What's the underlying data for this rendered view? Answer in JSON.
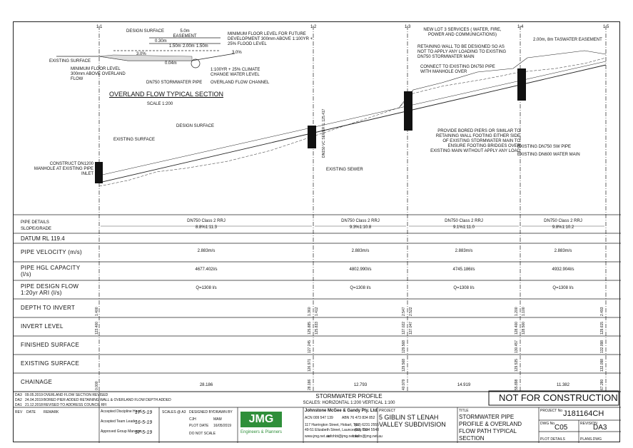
{
  "chainage_marks": [
    "1.1",
    "1.2",
    "1.3",
    "1.4",
    "1.5"
  ],
  "section": {
    "title": "OVERLAND FLOW TYPICAL SECTION",
    "scale": "SCALE 1:200",
    "labels": {
      "design_surface": "DESIGN SURFACE",
      "easement_width": "5.0m",
      "easement": "EASEMENT",
      "dim_a": "1.50m",
      "dim_b": "2.00m",
      "dim_c": "1.50m",
      "height": "0.30m",
      "depth": "0.04m",
      "min_floor_future": "MINIMUM FLOOR LEVEL FOR FUTURE DEVELOPMENT 300mm ABOVE 1:100YR + 25% FLOOD LEVEL",
      "existing_surface": "EXISTING SURFACE",
      "min_floor": "MINIMUM FLOOR LEVEL 300mm ABOVE OVERLAND FLOW",
      "climate": "1:100YR + 25% CLIMATE CHANGE WATER LEVEL",
      "dn750_pipe": "DN750 STORMWATER PIPE",
      "overland_channel": "OVERLAND FLOW CHANNEL",
      "grade_left": "3.0%",
      "grade_right": "3.0%"
    }
  },
  "profile_notes": {
    "design_surface": "DESIGN SURFACE",
    "existing_surface": "EXISTING SURFACE",
    "construct_manhole": "CONSTRUCT DN1200 MANHOLE AT EXISTING PIPE INLET",
    "existing_sewer": "EXISTING SEWER",
    "new_lot3": "NEW LOT 3 SERVICES ( WATER, FIRE, POWER AND COMMUNICATIONS)",
    "retaining_wall": "RETAINING WALL TO BE DESIGNED SO AS NOT TO APPLY ANY LOADING TO EXISTING DN750 STORMWATER MAIN",
    "connect": "CONNECT TO EXISTING DN750 PIPE WITH MANHOLE OVER",
    "taswater": "2.00m, 8m TASWATER EASEMENT",
    "bored_piers": "PROVIDE BORED PIERS OR SIMILAR TO RETAINING WALL FOOTING EITHER SIDE OF EXISTING STORMWATER MAIN TO ENSURE FOOTING BRIDGES OVER EXISTING MAIN WITHOUT APPLY ANY LOAD",
    "existing_sw_pipe": "EXISTING DN750 SW PIPE",
    "existing_water_main": "EXISTING DN600 WATER MAIN",
    "sewer_tag": "DN150 VC SEWER IL 125.417"
  },
  "table": {
    "pipe_details_label": "PIPE DETAILS",
    "slope_label": "SLOPE/GRADE",
    "datum": "DATUM RL 119.4",
    "row_labels": [
      "PIPE VELOCITY (m/s)",
      "PIPE HGL CAPACITY (l/s)",
      "PIPE DESIGN FLOW 1:20yr ARI (l/s)",
      "DEPTH TO INVERT",
      "INVERT LEVEL",
      "FINISHED SURFACE",
      "EXISTING SURFACE",
      "CHAINAGE"
    ],
    "segments": [
      {
        "pipe": "DN750 Class 2 RRJ",
        "grade": "8.8%1:11.3",
        "velocity": "2.883m/s",
        "capacity": "4677.402l/s",
        "flow": "Q=1308 l/s",
        "length": "28.186"
      },
      {
        "pipe": "DN750 Class 2 RRJ",
        "grade": "9.3%1:10.8",
        "velocity": "2.883m/s",
        "capacity": "4802.990l/s",
        "flow": "Q=1308 l/s",
        "length": "12.793"
      },
      {
        "pipe": "DN750 Class 2 RRJ",
        "grade": "9.1%1:11.0",
        "velocity": "2.883m/s",
        "capacity": "4745.186l/s",
        "flow": "Q=1308 l/s",
        "length": "14.919"
      },
      {
        "pipe": "DN750 Class 2 RRJ",
        "grade": "9.8%1:10.2",
        "velocity": "2.883m/s",
        "capacity": "4932.904l/s",
        "flow": "Q=1308 l/s",
        "length": "11.382"
      }
    ],
    "stations": [
      {
        "depth": [
          "1.400"
        ],
        "invert": [
          "123.400"
        ],
        "finished": [],
        "existing": [],
        "chainage": "0.000"
      },
      {
        "depth": [
          "1.360",
          "1.412"
        ],
        "invert": [
          "125.885",
          "125.833"
        ],
        "finished": [
          "127.245"
        ],
        "existing": [
          "126.971"
        ],
        "chainage": "28.186"
      },
      {
        "depth": [
          "2.547",
          "2.522"
        ],
        "invert": [
          "127.022",
          "127.047"
        ],
        "finished": [
          "129.568"
        ],
        "existing": [
          "129.568"
        ],
        "chainage": "40.979"
      },
      {
        "depth": [
          "1.200",
          "1.100"
        ],
        "invert": [
          "128.400",
          "128.500"
        ],
        "finished": [
          "130.457"
        ],
        "existing": [
          "129.535"
        ],
        "chainage": "55.898"
      },
      {
        "depth": [
          "2.493"
        ],
        "invert": [
          "129.615"
        ],
        "finished": [
          "132.098"
        ],
        "existing": [
          "132.098"
        ],
        "chainage": "67.280"
      }
    ]
  },
  "revisions": [
    {
      "rev": "DA3",
      "date": "09.05.2019",
      "remark": "OVERLAND FLOW SECTION REVISED"
    },
    {
      "rev": "DA2",
      "date": "24.04.2019",
      "remark": "BORED PIER ADDED RETAINING WALL & OVERLAND FLOW DEPTH ADDED"
    },
    {
      "rev": "DA1",
      "date": "21.12.2018",
      "remark": "REVISED TO ADDRESS COUNCIL RFI"
    }
  ],
  "rev_headers": [
    "REV",
    "DATE",
    "REMARK"
  ],
  "title_block": {
    "drawing_title": "STORMWATER PROFILE",
    "drawing_scales": "SCALES: HORIZONTAL 1:200 VERTICAL 1:100",
    "not_for_construction": "NOT FOR CONSTRUCTION",
    "accepted_discipline": "Accepted Discipline Head",
    "accepted_team": "Accepted Team Leader",
    "approved": "Approved Group Manager",
    "sign_date_1": "17-5-19",
    "sign_date_2": "16-5-19",
    "sign_date_3": "17-5-19",
    "scale_label": "SCALES @ A3",
    "designed_by": "DESIGNED BY",
    "drawn_by": "DRAWN BY",
    "designer": "CJH",
    "drafter": "MAM",
    "plot_date_label": "PLOT DATE",
    "plot_date": "16/05/2019",
    "do_not_scale": "DO NOT SCALE",
    "logo": "JMG",
    "logo_sub": "Engineers & Planners",
    "company": "Johnstone McGee & Gandy Pty. Ltd.",
    "acn": "ACN 009 547 139",
    "abn": "ABN 76 473 834 852",
    "addr1": "117 Harrington Street, Hobart, Tas",
    "addr2": "49-51 Elizabeth Street, Launceston, Tas",
    "phone1": "(03) 6231 2555",
    "phone2": "(03) 6334 5548",
    "web": "www.jmg.net.au",
    "email1": "infohbt@jmg.net.au",
    "email2": "infoltn@jmg.net.au",
    "project_label": "PROJECT",
    "project": "5 GIBLIN ST LENAH VALLEY SUBDIVISION",
    "title_label": "TITLE",
    "title": "STORMWATER PIPE PROFILE & OVERLAND FLOW PATH TYPICAL SECTION",
    "project_no_label": "PROJECT No",
    "project_no": "J181164CH",
    "dwg_no_label": "DWG No.",
    "dwg_no": "C05",
    "revision_label": "REVISION",
    "revision": "DA3",
    "plot_details": "PLOT DETAILS",
    "plans_dwg": "PLANS.DWG"
  }
}
